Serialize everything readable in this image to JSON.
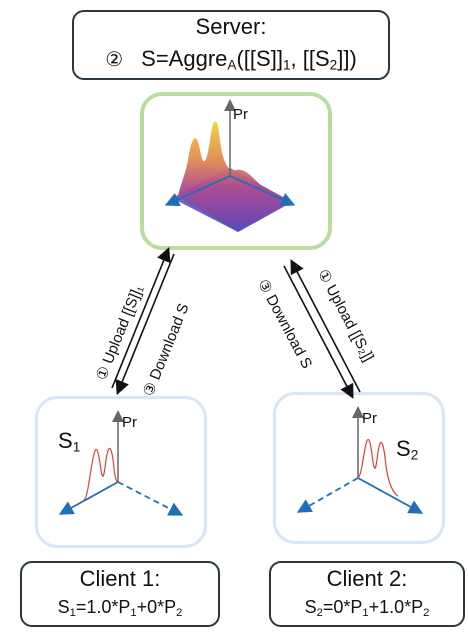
{
  "server": {
    "title": "Server:",
    "step": "②",
    "formula_prefix": "S=Aggre",
    "formula_sub": "A",
    "formula_mid": "([[S]]",
    "formula_sub2": "1",
    "formula_mid2": ", [[S",
    "formula_sub3": "2",
    "formula_end": "]])",
    "axis_label": "Pr"
  },
  "edges": {
    "upload1": "① Upload [[S]]₁",
    "download1": "③ Download S",
    "upload2": "① Upload [[S₂]]",
    "download2": "③ Download S"
  },
  "client1": {
    "title": "Client 1:",
    "s_label": "S",
    "s_sub": "1",
    "axis_label": "Pr",
    "formula": {
      "a": "S",
      "a_sub": "1",
      "b": "=1.0*P",
      "b_sub": "1",
      "c": "+0*P",
      "c_sub": "2"
    }
  },
  "client2": {
    "title": "Client 2:",
    "s_label": "S",
    "s_sub": "2",
    "axis_label": "Pr",
    "formula": {
      "a": "S",
      "a_sub": "2",
      "b": "=0*P",
      "b_sub": "1",
      "c": "+1.0*P",
      "c_sub": "2"
    }
  },
  "colors": {
    "box_border": "#2a3640",
    "server_vis_border": "#b9dd9f",
    "client_vis_border": "#d7e6f4",
    "axis_blue": "#1f6fb8",
    "curve_red": "#e0403a"
  }
}
